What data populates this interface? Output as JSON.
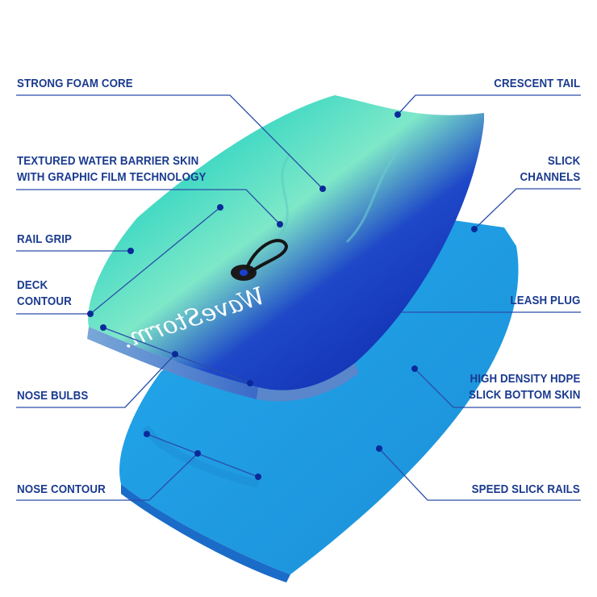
{
  "diagram": {
    "subject": "Bodyboard feature callout",
    "brand_logo_text": "WaveStorm",
    "colors": {
      "label_text": "#1a3a8f",
      "leader_line": "#2a4ea8",
      "dot": "#0b2a9a",
      "bottom_board": "#1c9ae0",
      "deck_dark": "#1536b8",
      "deck_teal": "#3fe0c8",
      "background": "#ffffff"
    },
    "left_labels": [
      {
        "id": "strong-foam-core",
        "lines": [
          "STRONG FOAM CORE"
        ]
      },
      {
        "id": "textured-water-barrier-skin",
        "lines": [
          "TEXTURED WATER BARRIER SKIN",
          "WITH GRAPHIC FILM TECHNOLOGY"
        ]
      },
      {
        "id": "rail-grip",
        "lines": [
          "RAIL GRIP"
        ]
      },
      {
        "id": "deck-contour",
        "lines": [
          "DECK",
          "CONTOUR"
        ]
      },
      {
        "id": "nose-bulbs",
        "lines": [
          "NOSE BULBS"
        ]
      },
      {
        "id": "nose-contour",
        "lines": [
          "NOSE CONTOUR"
        ]
      }
    ],
    "right_labels": [
      {
        "id": "crescent-tail",
        "lines": [
          "CRESCENT TAIL"
        ]
      },
      {
        "id": "slick-channels",
        "lines": [
          "SLICK",
          "CHANNELS"
        ]
      },
      {
        "id": "leash-plug",
        "lines": [
          "LEASH PLUG"
        ]
      },
      {
        "id": "hdpe-bottom-skin",
        "lines": [
          "HIGH DENSITY HDPE",
          "SLICK BOTTOM SKIN"
        ]
      },
      {
        "id": "speed-slick-rails",
        "lines": [
          "SPEED SLICK RAILS"
        ]
      }
    ]
  }
}
